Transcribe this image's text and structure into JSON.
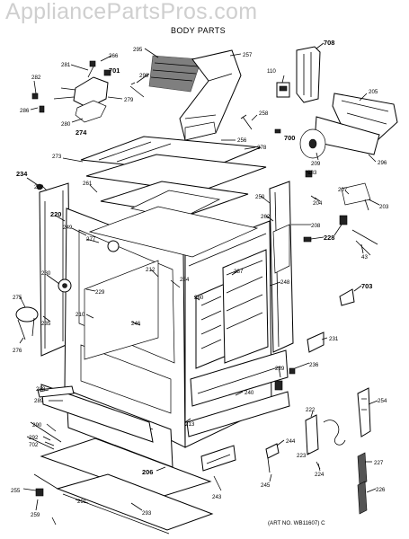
{
  "watermark": "AppliancePartsPros.com",
  "title": "BODY PARTS",
  "art_number": "(ART NO. WB11607) C",
  "callouts": {
    "c295": "295",
    "c257": "257",
    "c708": "708",
    "c110": "110",
    "c205": "205",
    "c266": "266",
    "c281": "281",
    "c701": "701",
    "c299": "299",
    "c282": "282",
    "c279": "279",
    "c286": "286",
    "c280": "280",
    "c274": "274",
    "c258": "258",
    "c700": "700",
    "c256": "256",
    "c278": "278",
    "c209": "209",
    "c296": "296",
    "c273": "273",
    "c234": "234",
    "c209b": "209",
    "c283": "283",
    "c261": "261",
    "c204": "204",
    "c207": "207",
    "c203": "203",
    "c220": "220",
    "c249": "249",
    "c250": "250",
    "c262": "262",
    "c208": "208",
    "c228": "228",
    "c277": "277",
    "c43": "43",
    "c230": "230",
    "c212": "212",
    "c284": "284",
    "c287": "287",
    "c248": "248",
    "c703": "703",
    "c275": "275",
    "c229": "229",
    "c260": "260",
    "c235": "235",
    "c210": "210",
    "c246": "246",
    "c276": "276",
    "c231": "231",
    "c236": "236",
    "c239": "239",
    "c288": "288",
    "c289": "289",
    "c240": "240",
    "c290": "290",
    "c292": "292",
    "c702": "702",
    "c213": "213",
    "c222": "222",
    "c254": "254",
    "c244": "244",
    "c206": "206",
    "c223": "223",
    "c224": "224",
    "c227": "227",
    "c255": "255",
    "c291": "291",
    "c245": "245",
    "c243": "243",
    "c293": "293",
    "c259": "259",
    "c226": "226"
  }
}
